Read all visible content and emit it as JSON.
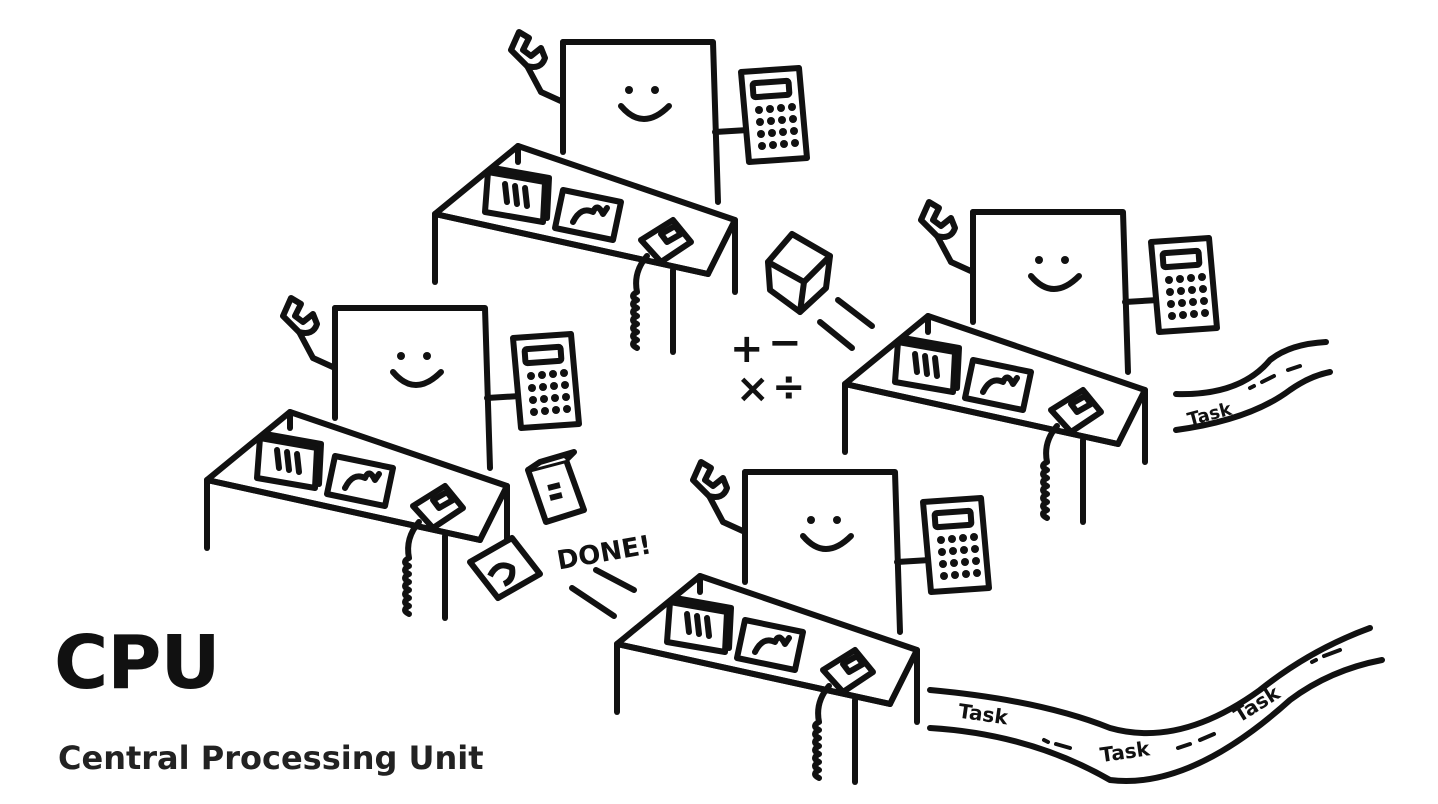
{
  "title": "CPU",
  "subtitle": "Central Processing Unit",
  "labels": {
    "done": "DONE!",
    "task": "Task",
    "math_symbols": {
      "plus": "+",
      "minus": "−",
      "times": "×",
      "divide": "÷"
    }
  },
  "colors": {
    "ink": "#111111",
    "paper": "#ffffff",
    "display": "#ffffff"
  },
  "workers": [
    {
      "id": "worker-top",
      "expression": "smile"
    },
    {
      "id": "worker-right",
      "expression": "smile"
    },
    {
      "id": "worker-left",
      "expression": "smile"
    },
    {
      "id": "worker-bottom",
      "expression": "smile"
    }
  ]
}
